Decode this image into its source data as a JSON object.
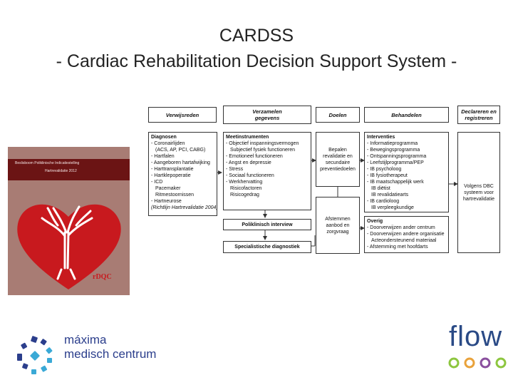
{
  "slide": {
    "title": "CARDSS",
    "subtitle": "- Cardiac Rehabilitation Decision Support System -"
  },
  "cover": {
    "title_line1": "Beslisboom Poliklinische Indicatiestelling",
    "title_line2": "Hartrevalidatie 2012",
    "logo_text": "rDQC",
    "colors": {
      "band": "#6b1414",
      "background": "#a87c74",
      "heart": "#c8191e",
      "tree": "#ffffff"
    }
  },
  "flowchart": {
    "headers": {
      "verwijsreden": "Verwijsreden",
      "verzamelen_1": "Verzamelen",
      "verzamelen_2": "gegevens",
      "doelen": "Doelen",
      "behandelen": "Behandelen",
      "declareren_1": "Declareren en",
      "declareren_2": "registreren"
    },
    "diagnosen": {
      "title": "Diagnosen",
      "items": [
        "- Coronairlijden",
        "  (ACS, AP, PCI, CABG)",
        "- Hartfalen",
        "- Aangeboren hartafwijking",
        "- Harttransplantatie",
        "- Hartklepoperatie",
        "- ICD",
        "  Pacemaker",
        "  Ritmestoornissen",
        "- Hartneurose",
        "(Richtlijn Hartrevalidatie 2004)"
      ]
    },
    "meetinstrumenten": {
      "title": "Meetinstrumenten",
      "items": [
        "- Objectief inspanningsvermogen",
        "  Subjectief fysiek functioneren",
        "- Emotioneel functioneren",
        "- Angst en depressie",
        "- Stress",
        "- Sociaal functioneren",
        "- Werkhervatting",
        "  Risicofactoren",
        "  Risicogedrag"
      ]
    },
    "bepalen": [
      "Bepalen",
      "revalidatie en",
      "secundaire",
      "preventiedoelen"
    ],
    "interventies": {
      "title": "Interventies",
      "items": [
        "- Informatieprogramma",
        "- Bewegingsprogramma",
        "- Ontspanningsprogramma",
        "- Leefstijlprogramma/PEP",
        "- IB psycholoog",
        "- IB fysiotherapeut",
        "- IB maatschappelijk werk",
        "  IB diëtist",
        "  IB revalidatiearts",
        "- IB cardioloog",
        "  IB verpleegkundige"
      ]
    },
    "volgens_dbc": [
      "Volgens DBC",
      "systeem voor",
      "hartrevalidatie"
    ],
    "afstemmen": [
      "Afstemmen",
      "aanbod en",
      "zorgvraag"
    ],
    "overig": {
      "title": "Overig",
      "items": [
        "- Doorverwijzen ander centrum",
        "- Doorverwijzen andere organisatie",
        "  Acteondersteunend materiaal",
        "- Afstemming met hoofdarts"
      ]
    },
    "poliklinisch": "Poliklinisch interview",
    "specialistische": "Specialistische diagnostiek"
  },
  "footer": {
    "hospital_line1": "máxima",
    "hospital_line2": "medisch centrum",
    "flow_logo": "flow",
    "colors": {
      "hospital_blue": "#2b3e8c",
      "flow_navy": "#2a4a86",
      "flow_green": "#8dc63f"
    }
  }
}
